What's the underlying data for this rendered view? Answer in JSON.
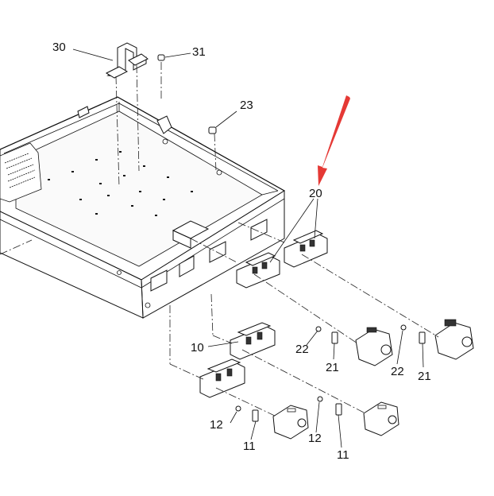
{
  "callouts": {
    "c30": "30",
    "c31": "31",
    "c23": "23",
    "c20": "20",
    "c10": "10",
    "c22a": "22",
    "c21a": "21",
    "c22b": "22",
    "c21b": "21",
    "c12a": "12",
    "c11a": "11",
    "c12b": "12",
    "c11b": "11"
  },
  "colors": {
    "arrow": "#e53935",
    "line": "#111111"
  }
}
